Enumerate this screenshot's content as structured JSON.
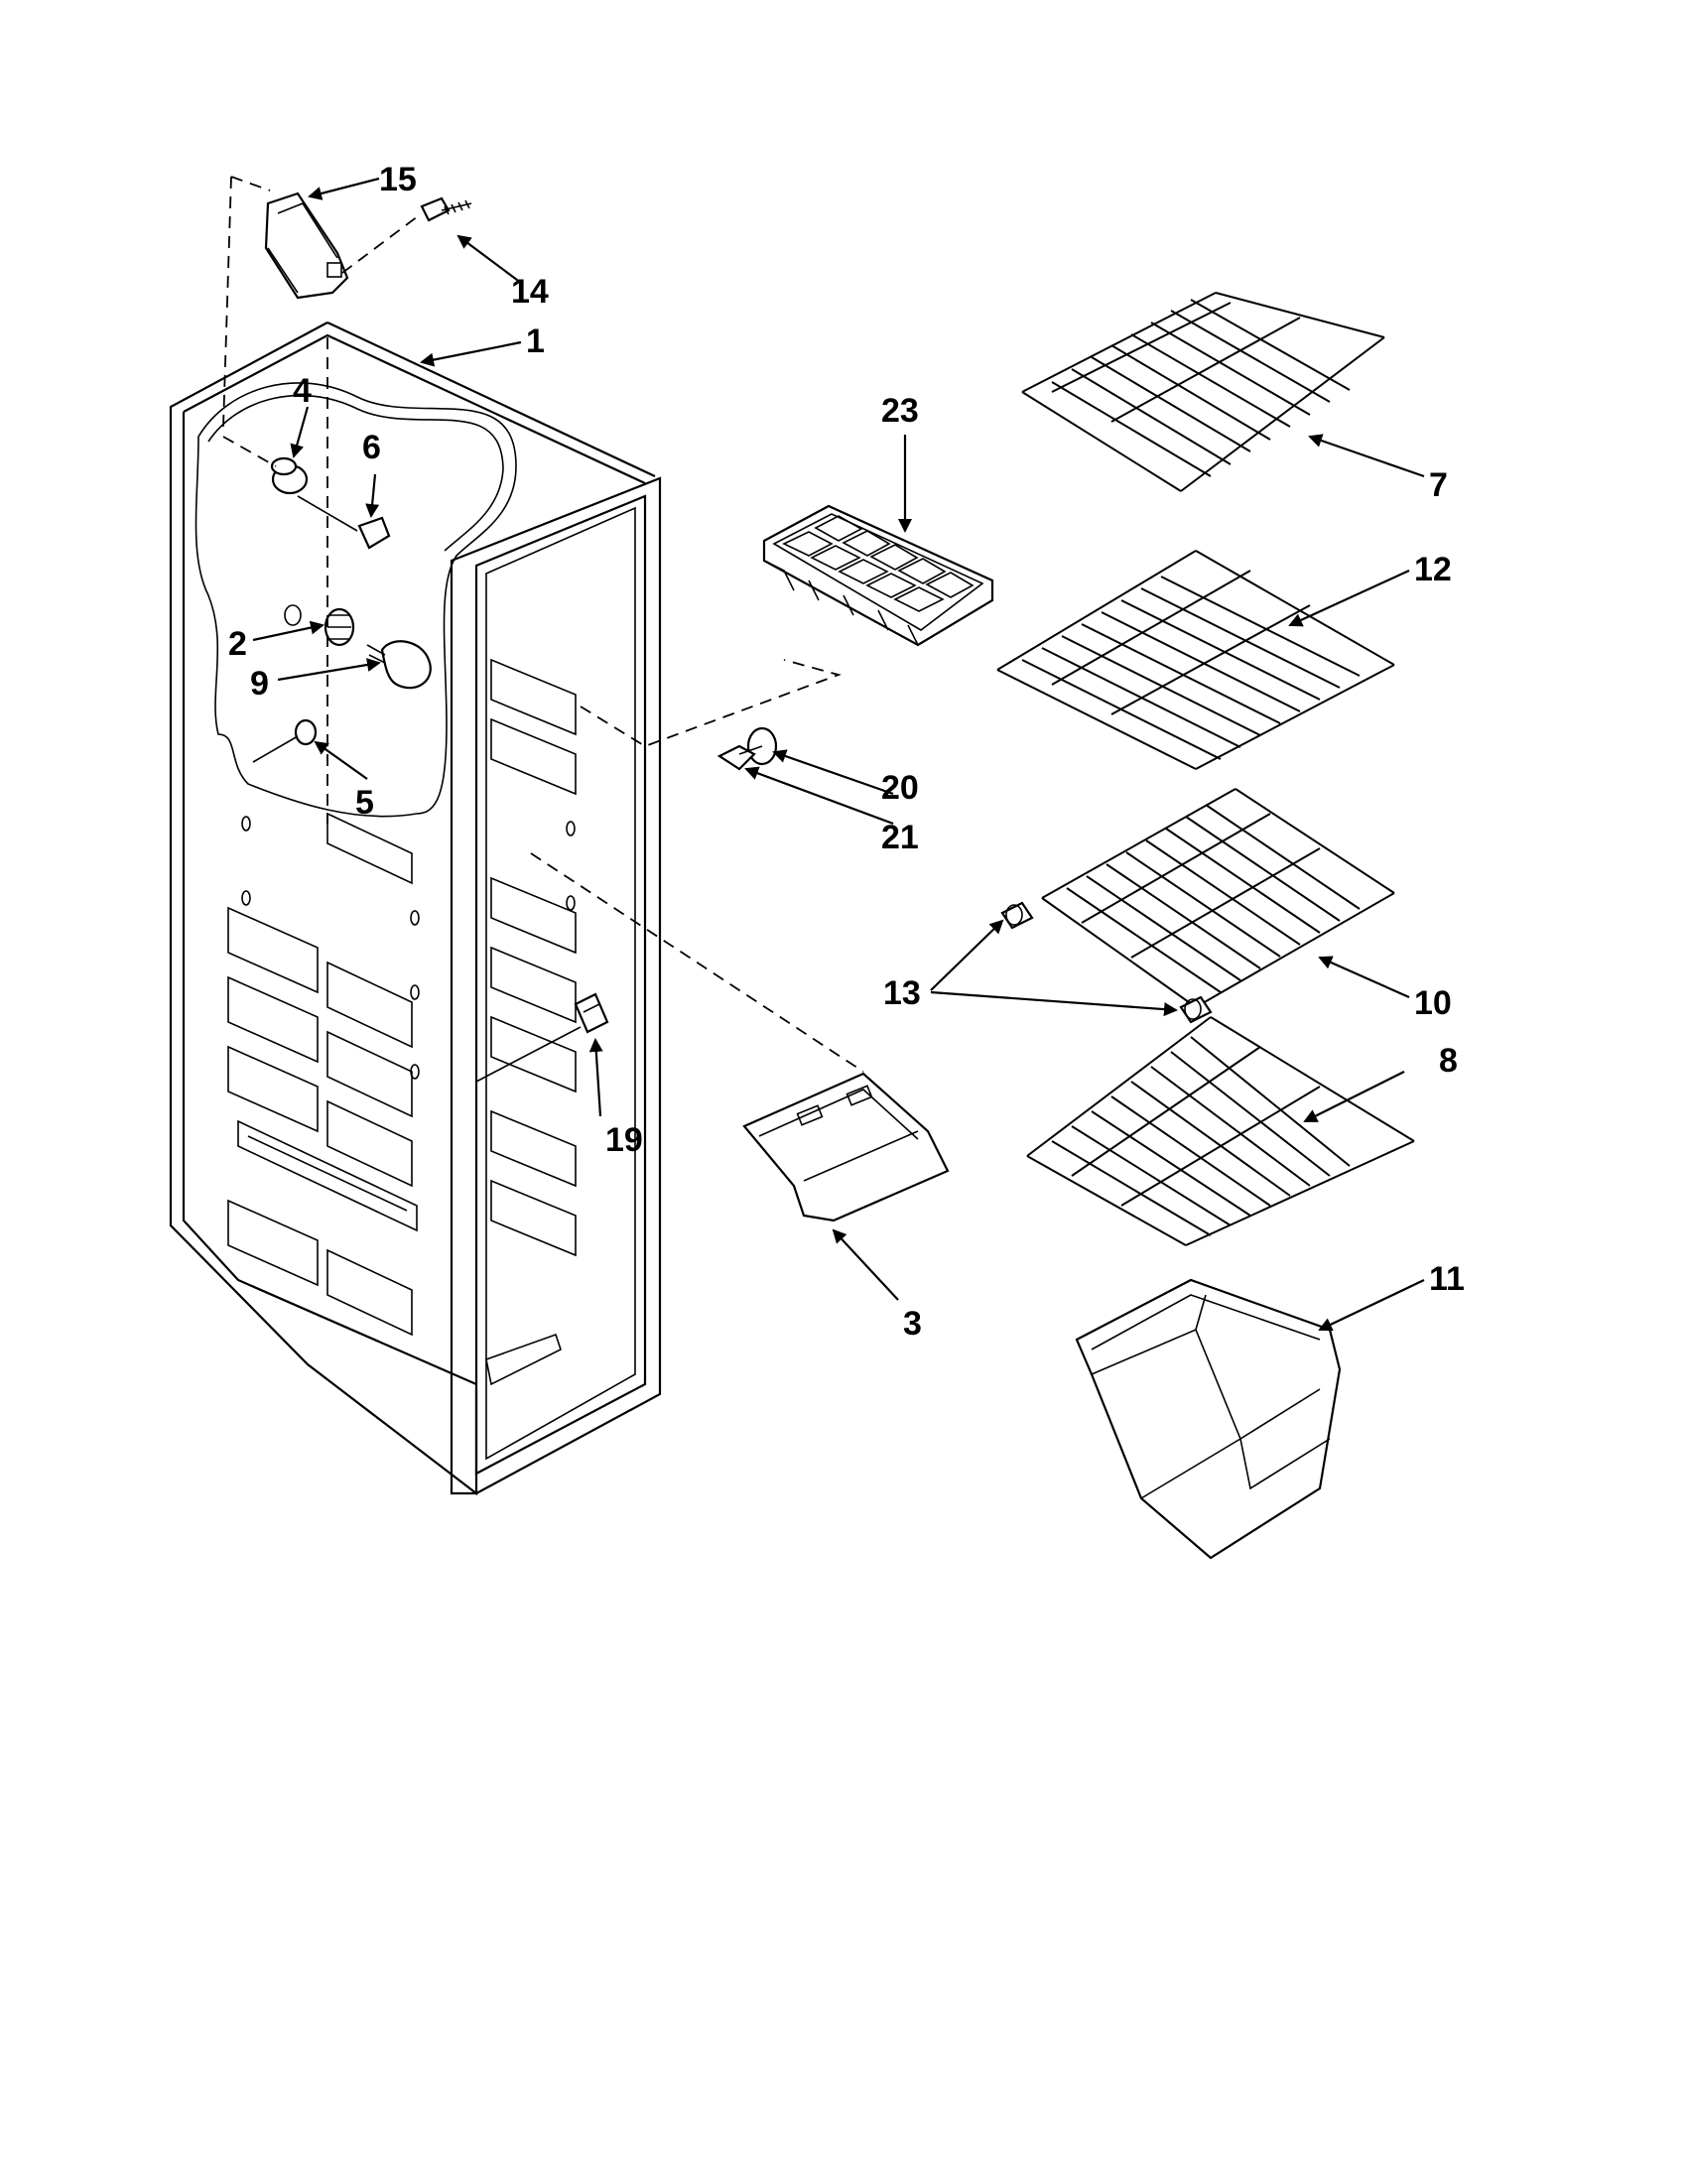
{
  "callouts": {
    "c1": "1",
    "c2": "2",
    "c3": "3",
    "c4": "4",
    "c5": "5",
    "c6": "6",
    "c7": "7",
    "c8": "8",
    "c9": "9",
    "c10": "10",
    "c11": "11",
    "c12": "12",
    "c13": "13",
    "c14": "14",
    "c15": "15",
    "c19": "19",
    "c20": "20",
    "c21": "21",
    "c23": "23"
  }
}
